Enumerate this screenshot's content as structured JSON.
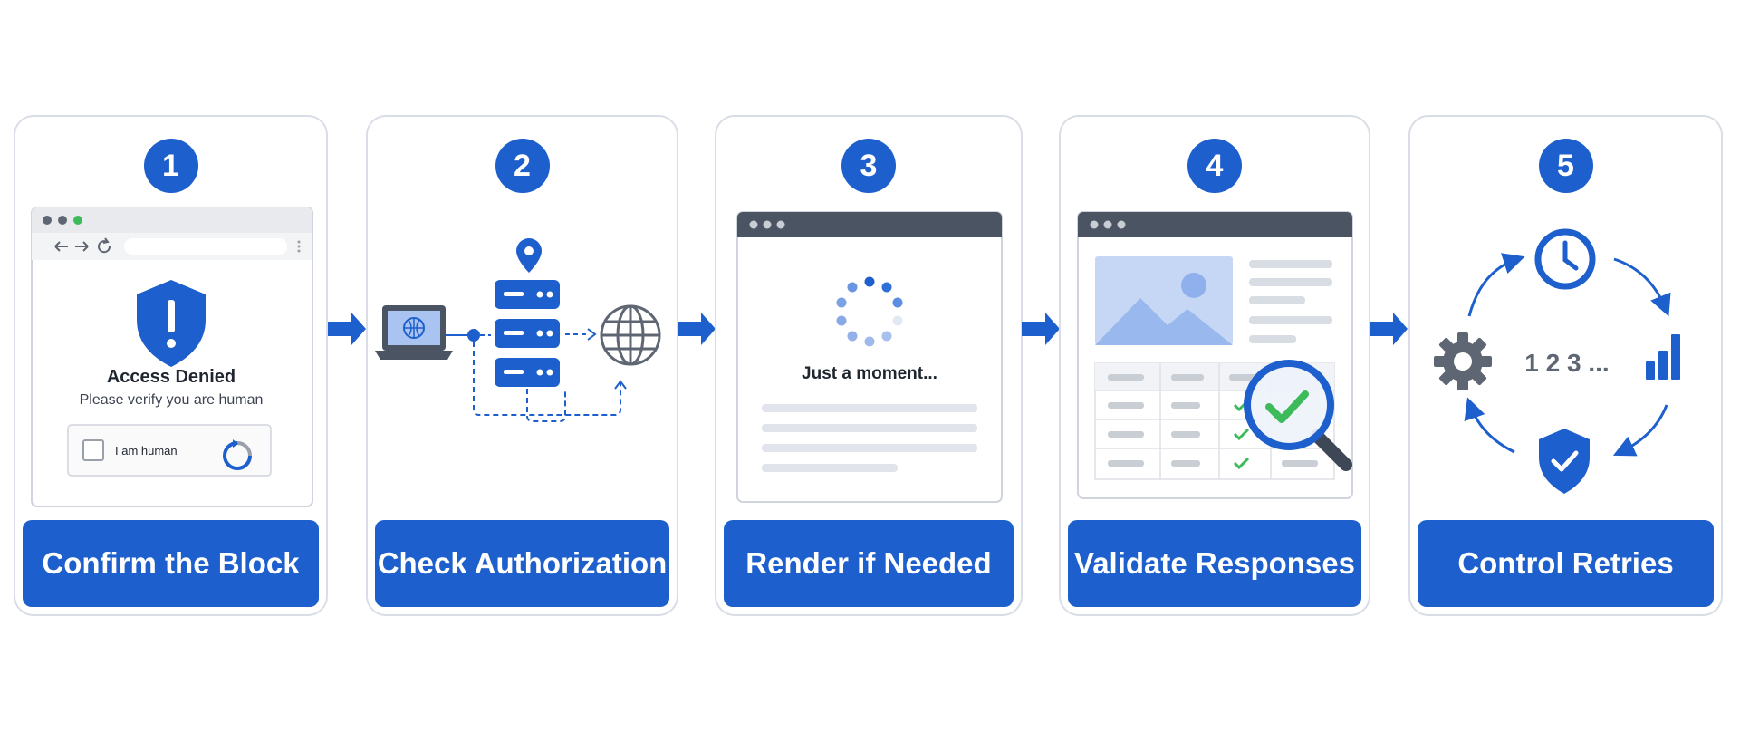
{
  "steps": [
    {
      "number": "1",
      "label": "Confirm the Block",
      "heading": "Access Denied",
      "subtext": "Please verify you are human",
      "checkbox_label": "I am human",
      "icons": [
        "shield-alert-icon",
        "recaptcha-icon",
        "back-arrow-icon",
        "forward-arrow-icon",
        "reload-icon"
      ]
    },
    {
      "number": "2",
      "label": "Check Authorization",
      "icons": [
        "laptop-icon",
        "location-pin-icon",
        "server-stack-icon",
        "globe-icon"
      ]
    },
    {
      "number": "3",
      "label": "Render if Needed",
      "loading_text": "Just a moment...",
      "icons": [
        "loading-spinner-icon"
      ]
    },
    {
      "number": "4",
      "label": "Validate Responses",
      "icons": [
        "image-placeholder-icon",
        "checkmark-icon",
        "magnifier-check-icon"
      ]
    },
    {
      "number": "5",
      "label": "Control Retries",
      "sequence_text": "1 2 3 ...",
      "icons": [
        "clock-icon",
        "gear-icon",
        "bar-chart-icon",
        "shield-check-icon",
        "cycle-arrow-icon"
      ]
    }
  ],
  "colors": {
    "primary": "#1d5fcc",
    "card_border": "#d9dde6",
    "browser_header": "#4a5463",
    "success_green": "#3dbb5a",
    "icon_gray": "#5f6673"
  }
}
